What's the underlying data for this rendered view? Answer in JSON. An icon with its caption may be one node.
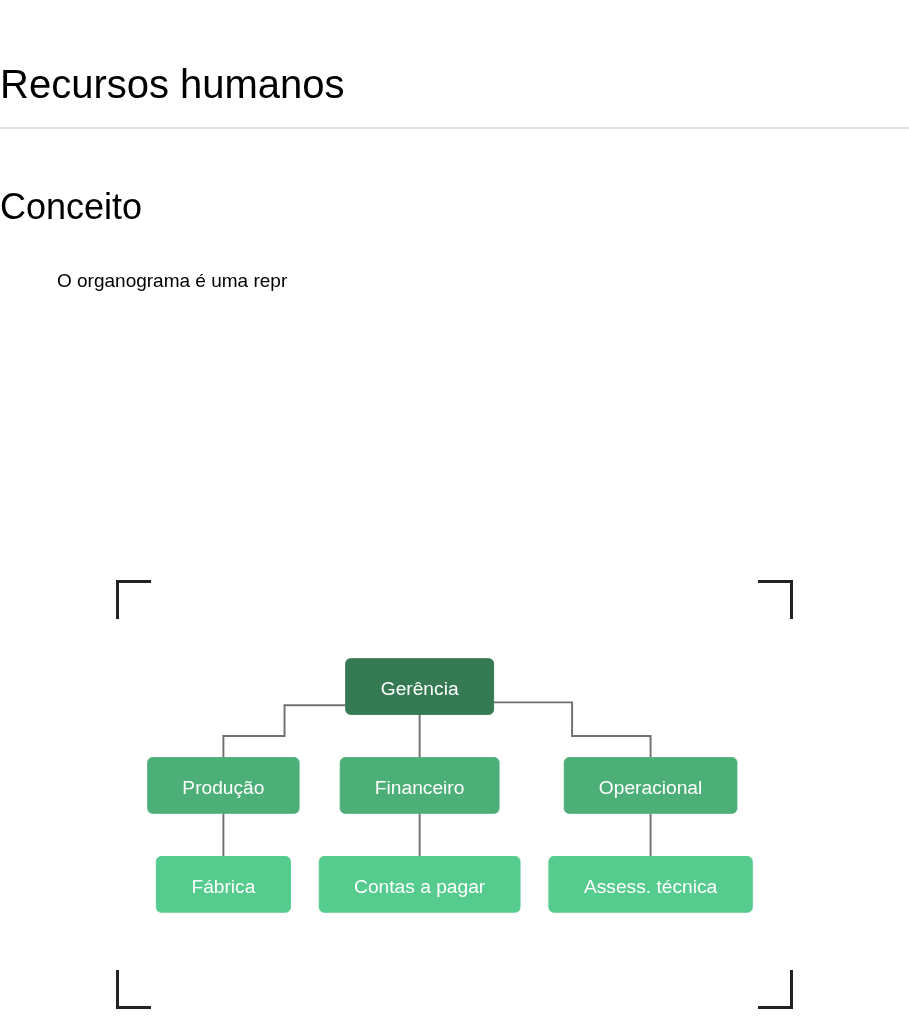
{
  "diagram": {
    "title": "Recursos humanos",
    "nodes": [
      {
        "text": [
          "Gerência"
        ]
      },
      {
        "text": [
          "Produção"
        ]
      },
      {
        "text": [
          "Financeiro"
        ]
      },
      {
        "text": [
          "Operacional"
        ]
      },
      {
        "text": [
          "Fábrica"
        ]
      },
      {
        "text": [
          "Contas a pagar"
        ]
      },
      {
        "text": [
          "Assess. técnica"
        ]
      }
    ],
    "edges": [
      {
        "from": 0,
        "to": 1,
        "arrow": "none"
      },
      {
        "from": 0,
        "to": 2,
        "arrow": "none"
      },
      {
        "from": 0,
        "to": 3,
        "arrow": "none"
      },
      {
        "from": 1,
        "to": 4,
        "arrow": "none"
      },
      {
        "from": 2,
        "to": 5,
        "arrow": "none"
      },
      {
        "from": 3,
        "to": 6,
        "arrow": "none"
      }
    ],
    "labels": [
      "Conceito",
      "O organograma é uma repr"
    ]
  }
}
